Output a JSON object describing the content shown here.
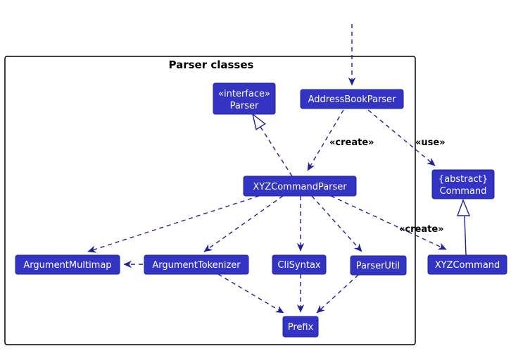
{
  "diagram": {
    "frame_title": "Parser classes",
    "nodes": {
      "parser_interface": {
        "stereotype": "«interface»",
        "name": "Parser"
      },
      "address_book_parser": {
        "name": "AddressBookParser"
      },
      "xyz_command_parser": {
        "name": "XYZCommandParser"
      },
      "argument_multimap": {
        "name": "ArgumentMultimap"
      },
      "argument_tokenizer": {
        "name": "ArgumentTokenizer"
      },
      "cli_syntax": {
        "name": "CliSyntax"
      },
      "parser_util": {
        "name": "ParserUtil"
      },
      "xyz_command": {
        "name": "XYZCommand"
      },
      "command": {
        "stereotype": "{abstract}",
        "name": "Command"
      },
      "prefix": {
        "name": "Prefix"
      }
    },
    "edge_labels": {
      "create_abp_to_xyzparser": "«create»",
      "use_abp_to_command": "«use»",
      "create_xyzparser_to_command": "«create»"
    },
    "colors": {
      "node_fill": "#3333C4",
      "node_border": "#2222A2",
      "node_text": "#FFFFFF",
      "arrow": "#1F1F9F",
      "frame_border": "#000000",
      "label_text": "#000000"
    }
  }
}
